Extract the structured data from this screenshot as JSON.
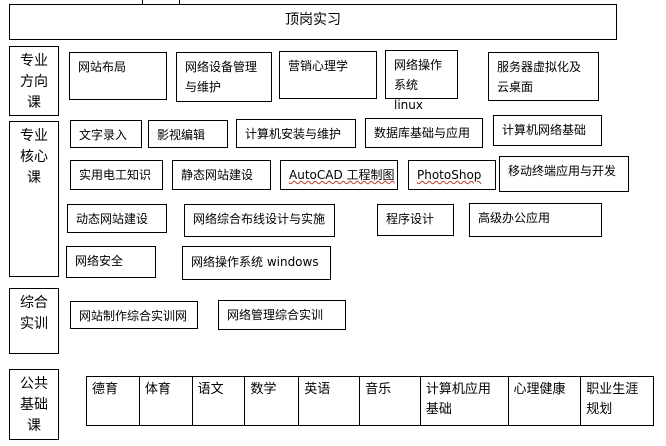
{
  "title": "顶岗实习",
  "sections": {
    "direction": [
      "专业",
      "方向",
      "课"
    ],
    "core": [
      "专业",
      "核心",
      "课"
    ],
    "training": [
      "综合",
      "实训"
    ],
    "public": [
      "公共",
      "基础",
      "课"
    ]
  },
  "direction_courses": [
    "网站布局",
    "网络设备管理与维护",
    "营销心理学",
    "网络操作系统 linux",
    "服务器虚拟化及云桌面"
  ],
  "core_courses": [
    "文字录入",
    "影视编辑",
    "计算机安装与维护",
    "数据库基础与应用",
    "计算机网络基础",
    "实用电工知识",
    "静态网站建设",
    "AutoCAD 工程制图",
    "PhotoShop",
    "移动终端应用与开发",
    "动态网站建设",
    "网络综合布线设计与实施",
    "程序设计",
    "高级办公应用",
    "网络安全",
    "网络操作系统 windows"
  ],
  "training_courses": [
    "网站制作综合实训网",
    "网络管理综合实训"
  ],
  "public_courses": [
    "德育",
    "体育",
    "语文",
    "数学",
    "英语",
    "音乐",
    "计算机应用基础",
    "心理健康",
    "职业生涯规划"
  ]
}
